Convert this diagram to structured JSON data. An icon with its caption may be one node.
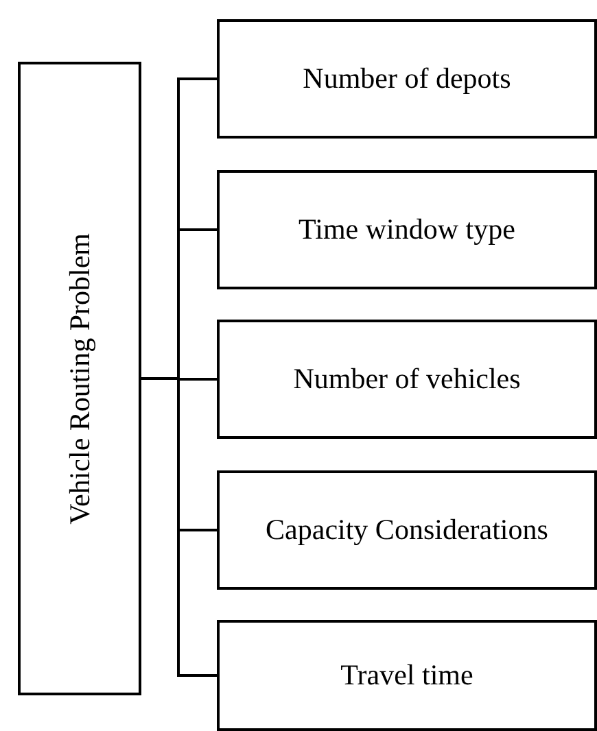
{
  "diagram": {
    "nodes": [
      {
        "text": [
          "Vehicle Routing Problem"
        ]
      },
      {
        "text": [
          "Number of depots"
        ]
      },
      {
        "text": [
          "Time window type"
        ]
      },
      {
        "text": [
          "Number of vehicles"
        ]
      },
      {
        "text": [
          "Capacity Considerations"
        ]
      },
      {
        "text": [
          "Travel time"
        ]
      }
    ],
    "edges": [
      {
        "from": 0,
        "to": 1,
        "arrow": "none"
      },
      {
        "from": 0,
        "to": 2,
        "arrow": "none"
      },
      {
        "from": 0,
        "to": 3,
        "arrow": "none"
      },
      {
        "from": 0,
        "to": 4,
        "arrow": "none"
      },
      {
        "from": 0,
        "to": 5,
        "arrow": "none"
      }
    ]
  }
}
